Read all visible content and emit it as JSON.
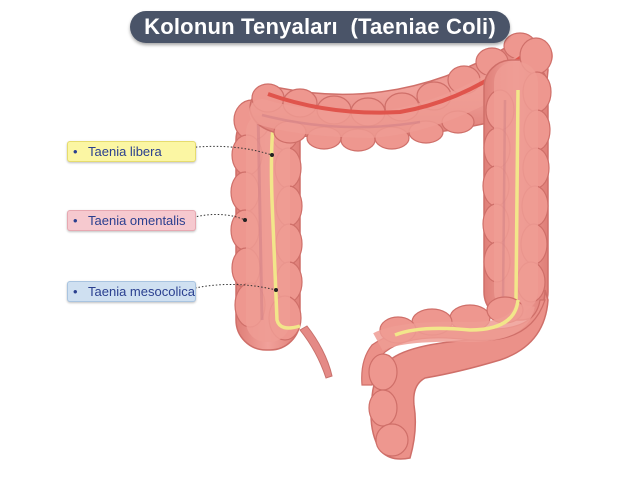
{
  "title": "Kolonun Tenyaları  (Taeniae Coli)",
  "labels": [
    {
      "text": "Taenia libera",
      "color": "#fbf6a3"
    },
    {
      "text": "Taenia omentalis",
      "color": "#f6c9cf"
    },
    {
      "text": "Taenia mesocolica",
      "color": "#cfe0f1"
    }
  ],
  "colors": {
    "colon_fill": "#eb9189",
    "colon_edge": "#d2716a",
    "taenia_libera": "#f2e68a",
    "taenia_red": "#e0544c",
    "appendix": "#e48a86"
  }
}
